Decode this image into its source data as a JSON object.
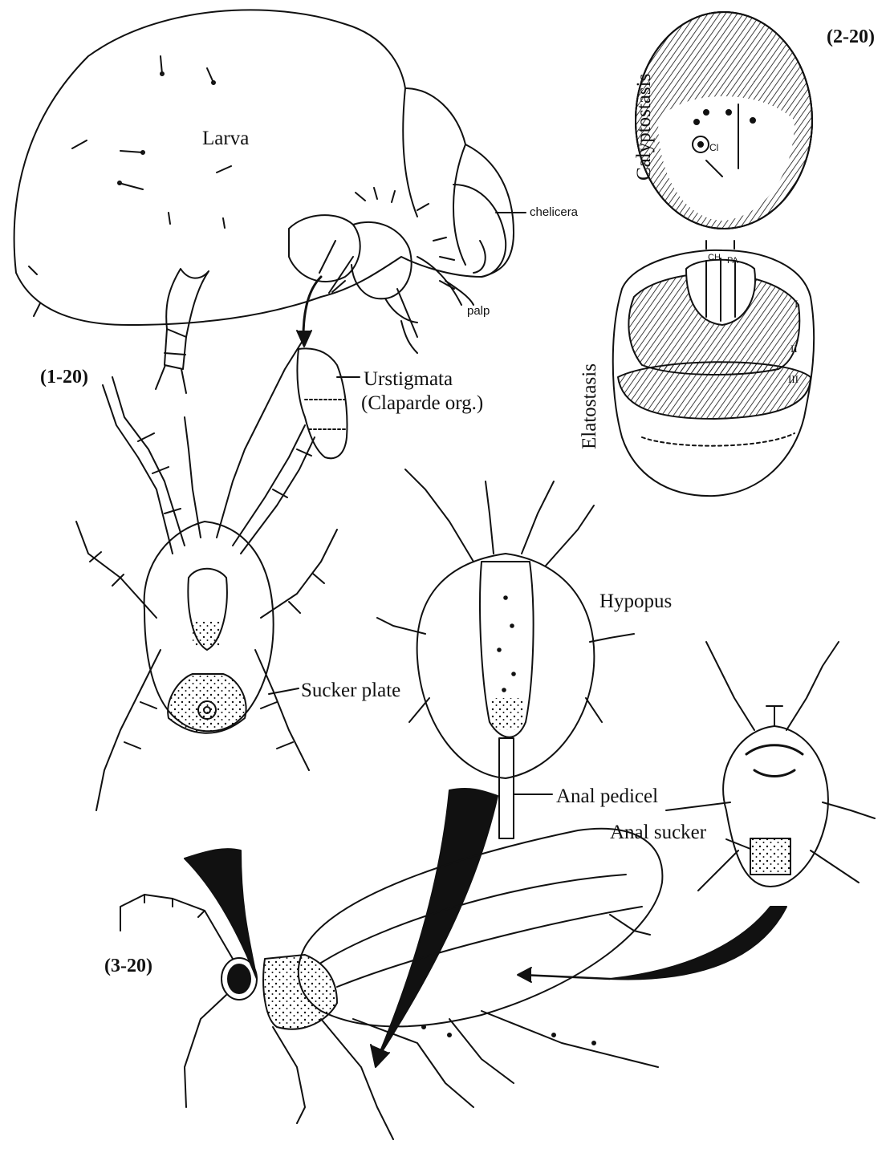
{
  "figure_labels": {
    "fig1": "(1-20)",
    "fig2": "(2-20)",
    "fig3": "(3-20)"
  },
  "labels": {
    "larva": "Larva",
    "chelicera": "chelicera",
    "palp": "palp",
    "urstigmata_1": "Urstigmata",
    "urstigmata_2": "(Claparde org.)",
    "calyptostasis": "Calyptostasis",
    "elatostasis": "Elatostasis",
    "hypopus": "Hypopus",
    "sucker_plate": "Sucker plate",
    "anal_pedicel": "Anal pedicel",
    "anal_sucker": "Anal sucker",
    "ch": "CH",
    "pa": "PA",
    "cl": "Cl",
    "leg_i": "I",
    "leg_ii": "II",
    "leg_iii": "III"
  },
  "colors": {
    "ink": "#111111",
    "paper": "#ffffff"
  }
}
